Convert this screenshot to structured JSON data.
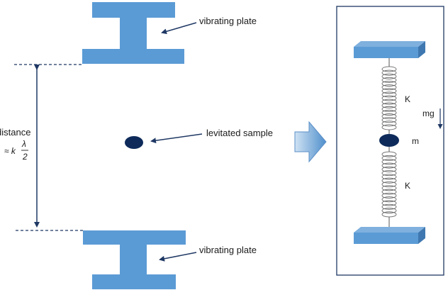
{
  "labels": {
    "top_plate": "vibrating plate",
    "bottom_plate": "vibrating plate",
    "sample": "levitated sample",
    "distance": "distance",
    "approx": "≈ k",
    "lambda": "λ",
    "two": "2",
    "spring_top": "K",
    "spring_bottom": "K",
    "mass": "m",
    "gravity": "mg"
  },
  "colors": {
    "plate": "#5b9bd5",
    "plate_dark": "#41719c",
    "plate_side": "#4a86bf",
    "sample": "#0d2a5a",
    "arrow": "#1f3864",
    "big_arrow_light": "#bdd7ee",
    "big_arrow_dark": "#4f8fcc",
    "frame": "#1f3864"
  }
}
